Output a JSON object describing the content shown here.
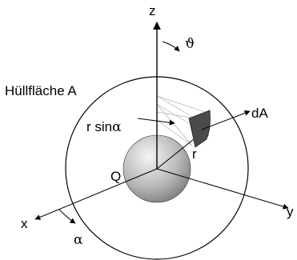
{
  "labels": {
    "axis_z": "z",
    "axis_y": "y",
    "axis_x": "x",
    "angle_theta": "ϑ",
    "angle_alpha": "α",
    "surface_name": "Hüllfläche A",
    "charge": "Q",
    "area_element": "dA",
    "radius": "r",
    "radius_sin_prefix": "r sin",
    "radius_sin_alpha": "α"
  },
  "colors": {
    "line": "#000000",
    "area_patch": "#4a4a4a",
    "guide_lines": "#b0b0b0",
    "sphere_light": "#f2f2f2",
    "sphere_dark": "#7a7a7a"
  }
}
